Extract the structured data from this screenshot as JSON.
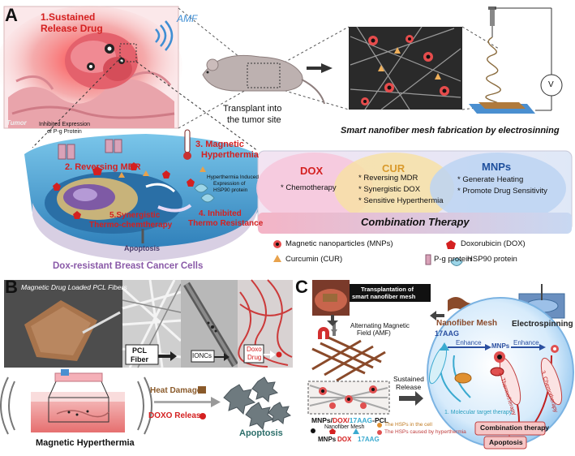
{
  "panel_a": {
    "letter": "A",
    "labels": {
      "sustained": "1.Sustained",
      "release_drug": "Release Drug",
      "amf": "AMF",
      "tumor": "Tumor",
      "transplant_1": "Transplant into",
      "transplant_2": "the tumor site",
      "fabrication": "Smart nanofiber mesh fabrication by electrosinning",
      "voltage": "V",
      "inhibited_1": "Inhibited Expression",
      "inhibited_2": "of P-g Protein",
      "reversing": "2. Reversing MDR",
      "magnetic_1": "3. Magnetic",
      "magnetic_2": "Hyperthermia",
      "hsp_1": "Hyperthermia Induced",
      "hsp_2": "Expression of",
      "hsp_3": "HSP90 protein",
      "synergistic_1": "5.Synergistic",
      "synergistic_2": "Thermo-chemtherapy",
      "inhibited_res_1": "4. Inhibited",
      "inhibited_res_2": "Thermo Resistance",
      "apoptosis": "Apoptosis",
      "cells": "Dox-resistant Breast Cancer Cells"
    },
    "combo": {
      "dox_title": "DOX",
      "dox_items": [
        "Chemotherapy"
      ],
      "cur_title": "CUR",
      "cur_items": [
        "Reversing MDR",
        "Synergistic DOX",
        "Sensitive Hyperthermia"
      ],
      "mnp_title": "MNPs",
      "mnp_items": [
        "Generate Heating",
        "Promote Drug Sensitivity"
      ],
      "banner": "Combination Therapy"
    },
    "legend": {
      "mnps": "Magnetic nanoparticles (MNPs)",
      "dox": "Doxorubicin (DOX)",
      "cur": "Curcumin (CUR)",
      "pg": "P-g protein",
      "hsp": "HSP90 protein"
    }
  },
  "panel_b": {
    "letter": "B",
    "title": "Magnetic Drug Loaded PCL Fibers",
    "pcl_1": "PCL",
    "pcl_2": "Fiber",
    "ionc": "IONCs",
    "doxo_1": "Doxo",
    "doxo_2": "Drug",
    "heat": "Heat Damage",
    "doxo_release": "DOXO Release",
    "hyperthermia": "Magnetic Hyperthermia",
    "apoptosis": "Apoptosis"
  },
  "panel_c": {
    "letter": "C",
    "transplantation_1": "Transplantation of",
    "transplantation_2": "smart nanofiber mesh",
    "nanofiber_mesh": "Nanofiber Mesh",
    "electrospinning": "Electrospinning",
    "amf_1": "Alternating Magnetic",
    "amf_2": "Field (AMF)",
    "sustained_1": "Sustained",
    "sustained_2": "Release",
    "mesh_label_a": "MNPs/",
    "mesh_label_b": "DOX/",
    "mesh_label_c": "17AAG",
    "mesh_label_d": "-PCL",
    "mesh_sub": "Nanofiber Mesh",
    "legend_mnps": "MNPs",
    "legend_dox": "DOX",
    "legend_17aag": "17AAG",
    "legend_hsp1": "The HSPs in the cell",
    "legend_hsp2": "The HSPs caused by hyperthermia",
    "aag": "17AAG",
    "mnps": "MNPs",
    "enhance_1": "Enhance",
    "enhance_2": "Enhance",
    "thermo": "2. Thermotherapy",
    "chemo": "3. Chemotherapy",
    "molecular": "1. Molecular target therapy",
    "combination": "Combination therapy",
    "apoptosis": "Apoptosis"
  }
}
